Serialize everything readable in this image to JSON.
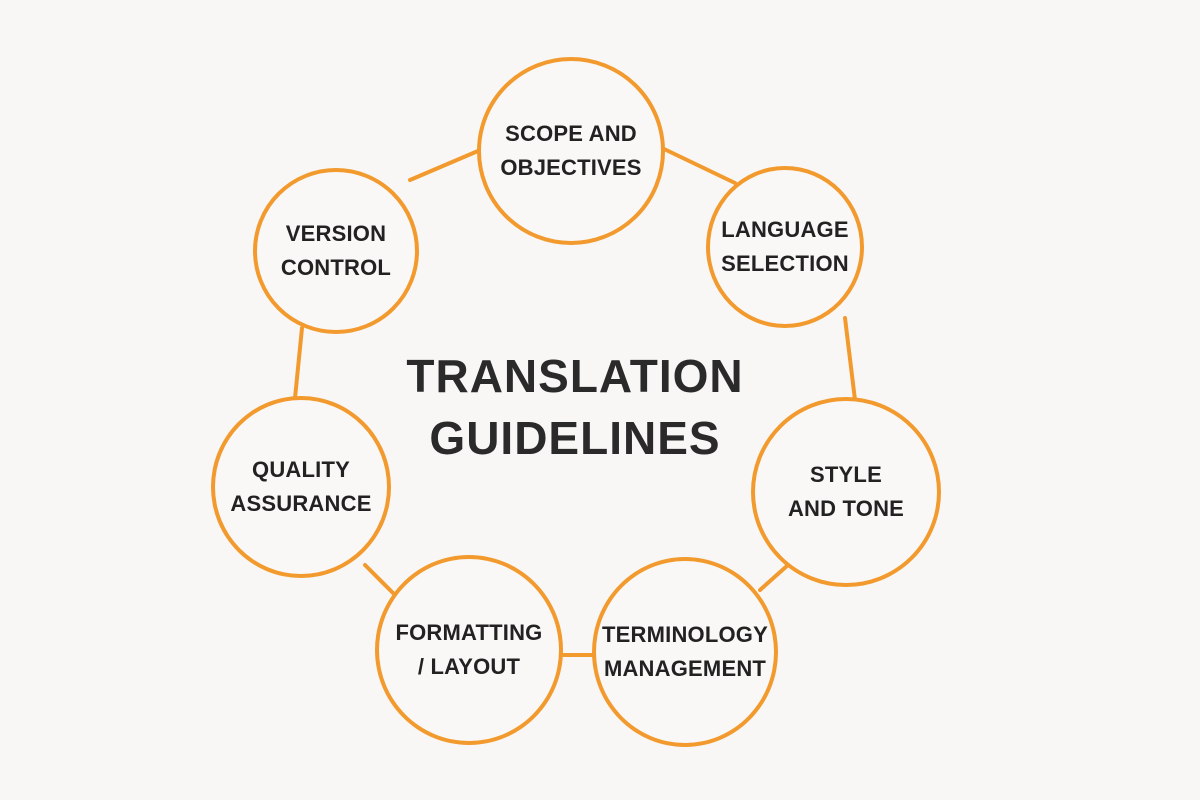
{
  "colors": {
    "accent": "#f29a2e",
    "text": "#222222",
    "background": "#f8f7f5"
  },
  "center": {
    "title": "TRANSLATION\nGUIDELINES"
  },
  "nodes": [
    {
      "id": "scope",
      "label": "SCOPE AND\nOBJECTIVES"
    },
    {
      "id": "language",
      "label": "LANGUAGE\nSELECTION"
    },
    {
      "id": "style",
      "label": "STYLE\nAND TONE"
    },
    {
      "id": "terminology",
      "label": "TERMINOLOGY\nMANAGEMENT"
    },
    {
      "id": "formatting",
      "label": "FORMATTING\n/ LAYOUT"
    },
    {
      "id": "quality",
      "label": "QUALITY\nASSURANCE"
    },
    {
      "id": "version",
      "label": "VERSION\nCONTROL"
    }
  ]
}
